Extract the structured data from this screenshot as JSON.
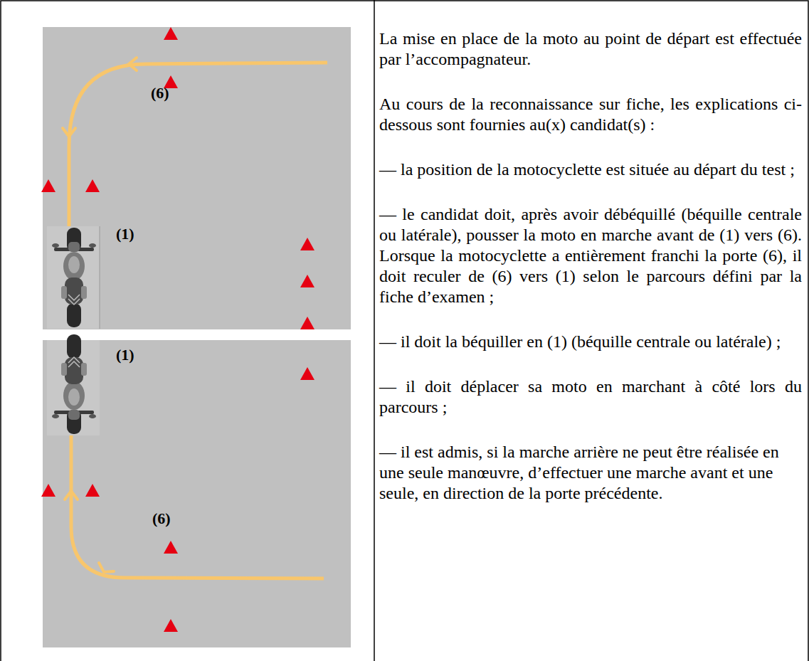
{
  "diagram": {
    "labels": [
      "(6)",
      "(1)",
      "(1)",
      "(6)",
      "La mise en place de la moto au point de départ est effectuée par l’accompagnateur.",
      "Au cours de la reconnaissance sur fiche, les explications ci-dessous sont fournies au(x) candidat(s) :",
      "— la position de la motocyclette est située au départ du test ;",
      "— le candidat doit, après avoir débéquillé (béquille centrale ou latérale), pousser la moto en marche avant de (1) vers (6). Lorsque la motocyclette a entièrement franchi la porte (6), il doit reculer de (6) vers (1) selon le parcours défini par la fiche d’examen ;",
      "— il doit la béquiller en (1) (béquille centrale ou latérale) ;",
      "— il doit déplacer sa moto en marchant à côté lors du parcours ;",
      "— il est admis, si la marche arrière ne peut être réalisée en une seule manœuvre, d’effectuer une marche avant et une seule, en direction de la porte précédente."
    ]
  }
}
